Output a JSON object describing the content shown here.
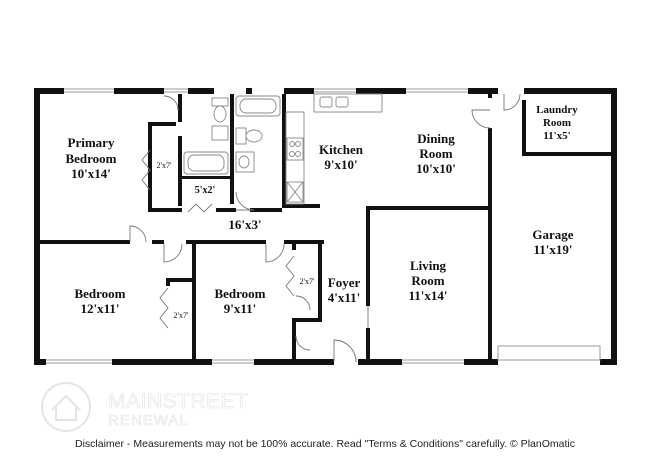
{
  "rooms": {
    "primary_bedroom": {
      "name_line1": "Primary",
      "name_line2": "Bedroom",
      "size": "10'x14'"
    },
    "closet_primary": {
      "size": "2'x7'"
    },
    "bath_closet": {
      "size": "5'x2'"
    },
    "hall": {
      "size": "16'x3'"
    },
    "kitchen": {
      "name": "Kitchen",
      "size": "9'x10'"
    },
    "dining": {
      "name_line1": "Dining",
      "name_line2": "Room",
      "size": "10'x10'"
    },
    "laundry": {
      "name_line1": "Laundry",
      "name_line2": "Room",
      "size": "11'x5'"
    },
    "garage": {
      "name": "Garage",
      "size": "11'x19'"
    },
    "bedroom_left": {
      "name": "Bedroom",
      "size": "12'x11'"
    },
    "closet_left": {
      "size": "2'x7'"
    },
    "bedroom_mid": {
      "name": "Bedroom",
      "size": "9'x11'"
    },
    "closet_mid": {
      "size": "2'x7'"
    },
    "foyer": {
      "name": "Foyer",
      "size": "4'x11'"
    },
    "living": {
      "name_line1": "Living",
      "name_line2": "Room",
      "size": "11'x14'"
    }
  },
  "logo": {
    "name": "MAINSTREET",
    "sub": "RENEWAL"
  },
  "disclaimer": "Disclaimer - Measurements may not be 100% accurate. Read \"Terms & Conditions\" carefully. © PlanOmatic",
  "colors": {
    "wall": "#111111",
    "fixture": "#888888",
    "background": "#ffffff"
  }
}
